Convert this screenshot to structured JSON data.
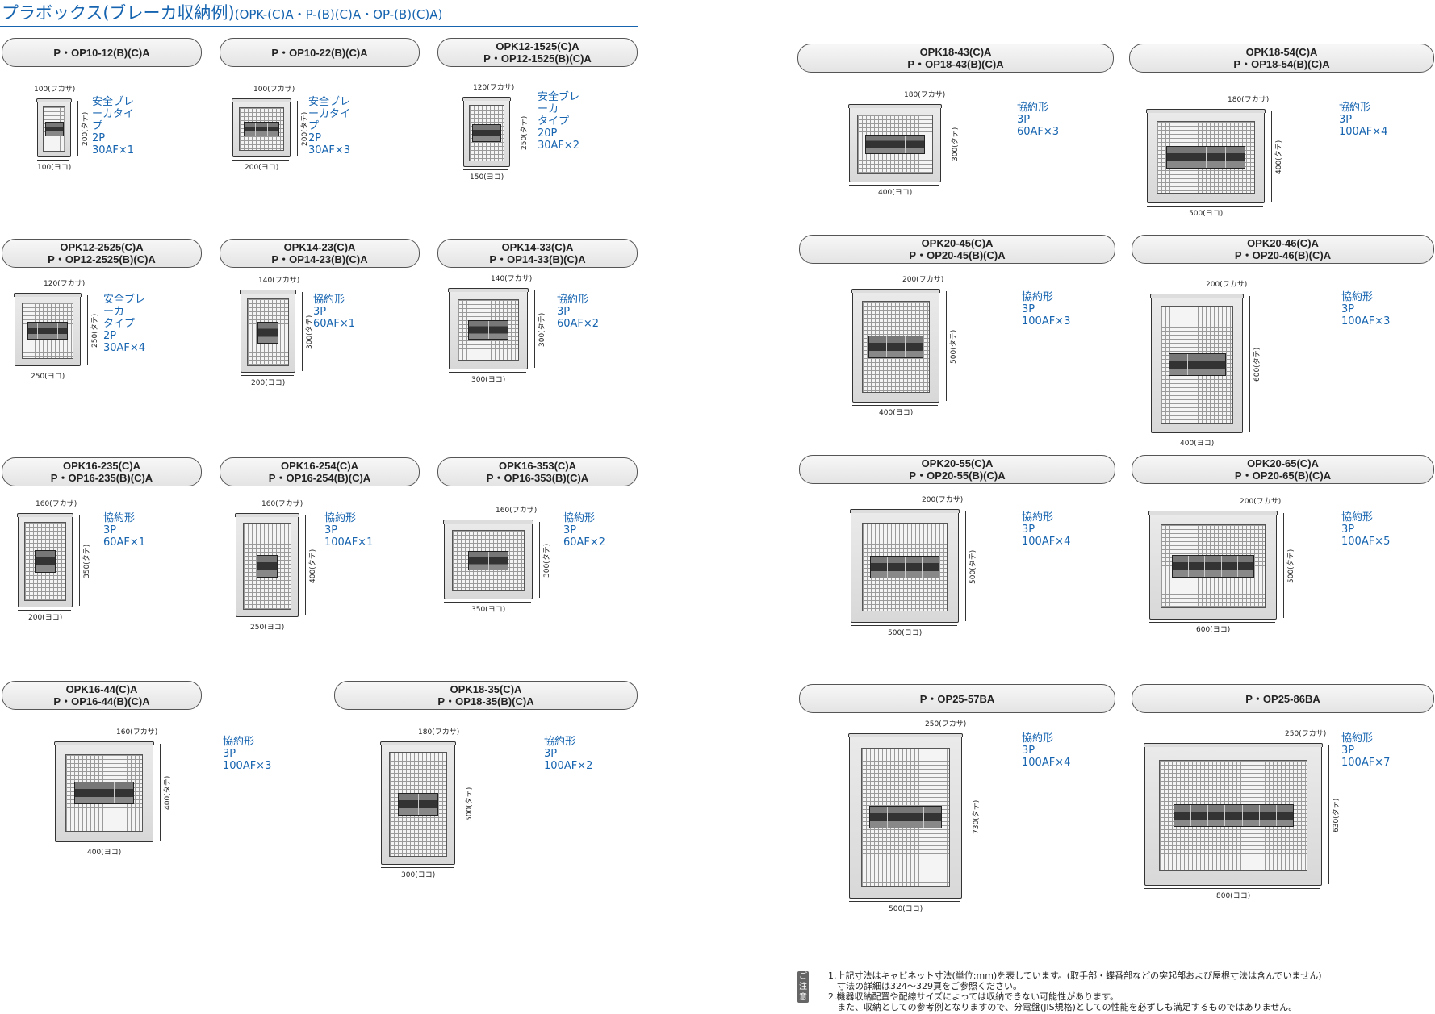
{
  "title": {
    "main": "プラボックス(ブレーカ収納例)",
    "sub": "(OPK-(C)A・P-(B)(C)A・OP-(B)(C)A)"
  },
  "items": [
    {
      "id": "p-op10-12",
      "lines": [
        "P・OP10-12(B)(C)A"
      ],
      "spec": "安全ブレーカタイプ\n2P 30AF×1",
      "depth": "100(フカサ)",
      "width": "100(ヨコ)",
      "height": "200(タテ)",
      "breakers": 1
    },
    {
      "id": "p-op10-22",
      "lines": [
        "P・OP10-22(B)(C)A"
      ],
      "spec": "安全ブレーカタイプ\n2P 30AF×3",
      "depth": "100(フカサ)",
      "width": "200(ヨコ)",
      "height": "200(タテ)",
      "breakers": 3
    },
    {
      "id": "opk12-1525",
      "lines": [
        "OPK12-1525(C)A",
        "P・OP12-1525(B)(C)A"
      ],
      "spec": "安全ブレーカ\nタイプ\n20P 30AF×2",
      "depth": "120(フカサ)",
      "width": "150(ヨコ)",
      "height": "250(タテ)",
      "breakers": 2
    },
    {
      "id": "opk12-2525",
      "lines": [
        "OPK12-2525(C)A",
        "P・OP12-2525(B)(C)A"
      ],
      "spec": "安全ブレーカ\nタイプ\n2P 30AF×4",
      "depth": "120(フカサ)",
      "width": "250(ヨコ)",
      "height": "250(タテ)",
      "breakers": 4
    },
    {
      "id": "opk14-23",
      "lines": [
        "OPK14-23(C)A",
        "P・OP14-23(B)(C)A"
      ],
      "spec": "協約形\n3P 60AF×1",
      "depth": "140(フカサ)",
      "width": "200(ヨコ)",
      "height": "300(タテ)",
      "breakers": 1
    },
    {
      "id": "opk14-33",
      "lines": [
        "OPK14-33(C)A",
        "P・OP14-33(B)(C)A"
      ],
      "spec": "協約形\n3P 60AF×2",
      "depth": "140(フカサ)",
      "width": "300(ヨコ)",
      "height": "300(タテ)",
      "breakers": 2
    },
    {
      "id": "opk16-235",
      "lines": [
        "OPK16-235(C)A",
        "P・OP16-235(B)(C)A"
      ],
      "spec": "協約形\n3P 60AF×1",
      "depth": "160(フカサ)",
      "width": "200(ヨコ)",
      "height": "350(タテ)",
      "breakers": 1
    },
    {
      "id": "opk16-254",
      "lines": [
        "OPK16-254(C)A",
        "P・OP16-254(B)(C)A"
      ],
      "spec": "協約形\n3P 100AF×1",
      "depth": "160(フカサ)",
      "width": "250(ヨコ)",
      "height": "400(タテ)",
      "breakers": 1
    },
    {
      "id": "opk16-353",
      "lines": [
        "OPK16-353(C)A",
        "P・OP16-353(B)(C)A"
      ],
      "spec": "協約形\n3P 60AF×2",
      "depth": "160(フカサ)",
      "width": "350(ヨコ)",
      "height": "300(タテ)",
      "breakers": 2
    },
    {
      "id": "opk16-44",
      "lines": [
        "OPK16-44(C)A",
        "P・OP16-44(B)(C)A"
      ],
      "spec": "協約形\n3P 100AF×3",
      "depth": "160(フカサ)",
      "width": "400(ヨコ)",
      "height": "400(タテ)",
      "breakers": 3
    },
    {
      "id": "opk18-35",
      "lines": [
        "OPK18-35(C)A",
        "P・OP18-35(B)(C)A"
      ],
      "spec": "協約形\n3P 100AF×2",
      "depth": "180(フカサ)",
      "width": "300(ヨコ)",
      "height": "500(タテ)",
      "breakers": 2
    },
    {
      "id": "opk18-43",
      "lines": [
        "OPK18-43(C)A",
        "P・OP18-43(B)(C)A"
      ],
      "spec": "協約形\n3P 60AF×3",
      "depth": "180(フカサ)",
      "width": "400(ヨコ)",
      "height": "300(タテ)",
      "breakers": 3
    },
    {
      "id": "opk18-54",
      "lines": [
        "OPK18-54(C)A",
        "P・OP18-54(B)(C)A"
      ],
      "spec": "協約形\n3P 100AF×4",
      "depth": "180(フカサ)",
      "width": "500(ヨコ)",
      "height": "400(タテ)",
      "breakers": 4
    },
    {
      "id": "opk20-45",
      "lines": [
        "OPK20-45(C)A",
        "P・OP20-45(B)(C)A"
      ],
      "spec": "協約形\n3P 100AF×3",
      "depth": "200(フカサ)",
      "width": "400(ヨコ)",
      "height": "500(タテ)",
      "breakers": 3
    },
    {
      "id": "opk20-46",
      "lines": [
        "OPK20-46(C)A",
        "P・OP20-46(B)(C)A"
      ],
      "spec": "協約形\n3P 100AF×3",
      "depth": "200(フカサ)",
      "width": "400(ヨコ)",
      "height": "600(タテ)",
      "breakers": 3
    },
    {
      "id": "opk20-55",
      "lines": [
        "OPK20-55(C)A",
        "P・OP20-55(B)(C)A"
      ],
      "spec": "協約形\n3P 100AF×4",
      "depth": "200(フカサ)",
      "width": "500(ヨコ)",
      "height": "500(タテ)",
      "breakers": 4
    },
    {
      "id": "opk20-65",
      "lines": [
        "OPK20-65(C)A",
        "P・OP20-65(B)(C)A"
      ],
      "spec": "協約形\n3P 100AF×5",
      "depth": "200(フカサ)",
      "width": "600(ヨコ)",
      "height": "500(タテ)",
      "breakers": 5
    },
    {
      "id": "p-op25-57ba",
      "lines": [
        "P・OP25-57BA"
      ],
      "spec": "協約形\n3P 100AF×4",
      "depth": "250(フカサ)",
      "width": "500(ヨコ)",
      "height": "730(タテ)",
      "breakers": 4
    },
    {
      "id": "p-op25-86ba",
      "lines": [
        "P・OP25-86BA"
      ],
      "spec": "協約形\n3P 100AF×7",
      "depth": "250(フカサ)",
      "width": "800(ヨコ)",
      "height": "630(タテ)",
      "breakers": 7
    }
  ],
  "notes": {
    "tag": "ご注意",
    "lines": [
      "1.上記寸法はキャビネット寸法(単位:mm)を表しています。(取手部・蝶番部などの突起部および屋根寸法は含んでいません)",
      "寸法の詳細は324～329頁をご参照ください。",
      "2.機器収納配置や配線サイズによっては収納できない可能性があります。",
      "また、収納としての参考例となりますので、分電盤(JIS規格)としての性能を必ずしも満足するものではありません。"
    ]
  }
}
